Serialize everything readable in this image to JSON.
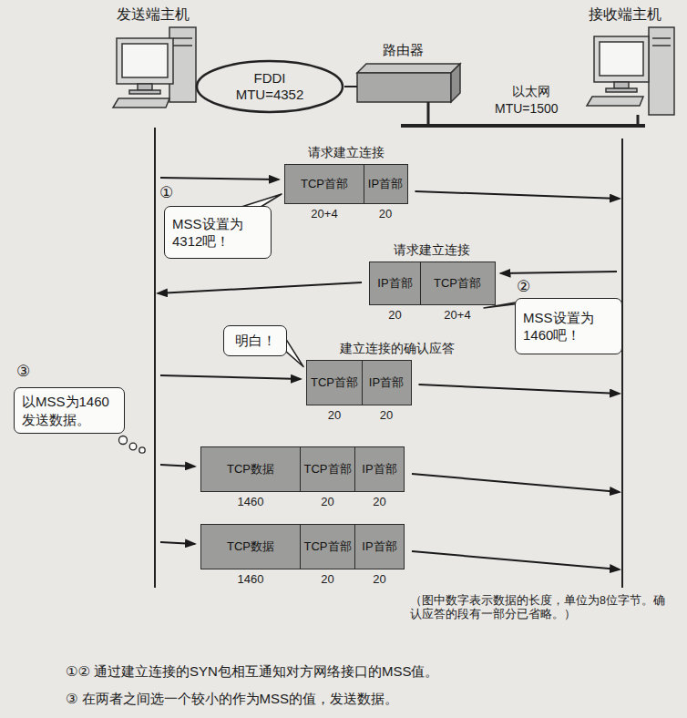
{
  "diagram": {
    "nodes": [
      {
        "text": [
          "FDDI MTU=4352"
        ]
      },
      {
        "text": [
          "TCP首部"
        ]
      },
      {
        "text": [
          "IP首部"
        ]
      },
      {
        "text": [
          "MSS设置为4312吧！"
        ]
      },
      {
        "text": [
          "IP首部"
        ]
      },
      {
        "text": [
          "TCP首部"
        ]
      },
      {
        "text": [
          "MSS设置为1460吧！"
        ]
      },
      {
        "text": [
          "明白！"
        ]
      },
      {
        "text": [
          "TCP首部"
        ]
      },
      {
        "text": [
          "IP首部"
        ]
      },
      {
        "text": [
          "以MSS为1460发送数据。"
        ]
      },
      {
        "text": [
          "TCP数据"
        ]
      },
      {
        "text": [
          "TCP首部"
        ]
      },
      {
        "text": [
          "IP首部"
        ]
      },
      {
        "text": [
          "TCP数据"
        ]
      },
      {
        "text": [
          "TCP首部"
        ]
      },
      {
        "text": [
          "IP首部"
        ]
      }
    ],
    "labels": [
      "发送端主机",
      "接收端主机",
      "路由器",
      "以太网",
      "MTU=1500",
      "请求建立连接",
      "①",
      "20+4",
      "20",
      "请求建立连接",
      "20",
      "20+4",
      "②",
      "建立连接的确认应答",
      "20",
      "20",
      "③",
      "1460",
      "20",
      "20",
      "1460",
      "20",
      "20",
      "（图中数字表示数据的长度，单位为8位字节。确认应答的段有一部分已省略。）",
      "①② 通过建立连接的SYN包相互通知对方网络接口的MSS值。",
      "③ 在两者之间选一个较小的作为MSS的值，发送数据。"
    ]
  }
}
